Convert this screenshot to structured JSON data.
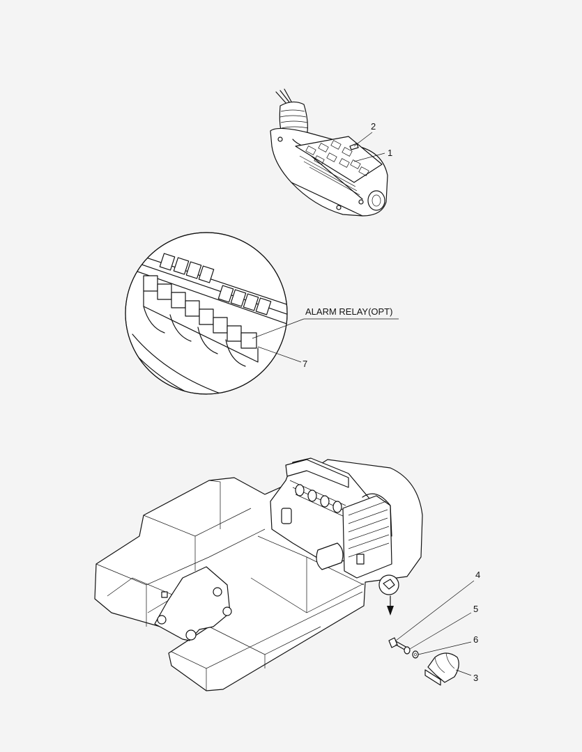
{
  "callouts": {
    "c1": "1",
    "c2": "2",
    "c3": "3",
    "c4": "4",
    "c5": "5",
    "c6": "6",
    "c7": "7"
  },
  "annotations": {
    "alarm_relay": "ALARM RELAY(OPT)"
  },
  "colors": {
    "background": "#f4f4f4",
    "ink": "#111111"
  }
}
